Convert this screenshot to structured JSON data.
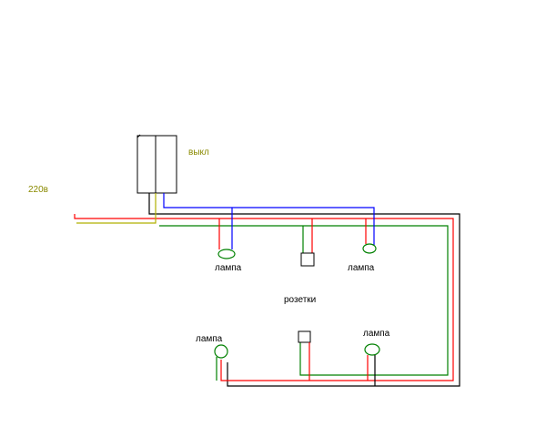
{
  "labels": {
    "voltage": "220в",
    "switch": "выкл",
    "lamp": "лампа",
    "sockets": "розетки"
  },
  "colors": {
    "phase": "#ff0000",
    "neutral": "#008000",
    "switched": "#0000ff",
    "earth": "#000000",
    "feed": "#b0b000",
    "text_accent": "#8a8a00"
  }
}
